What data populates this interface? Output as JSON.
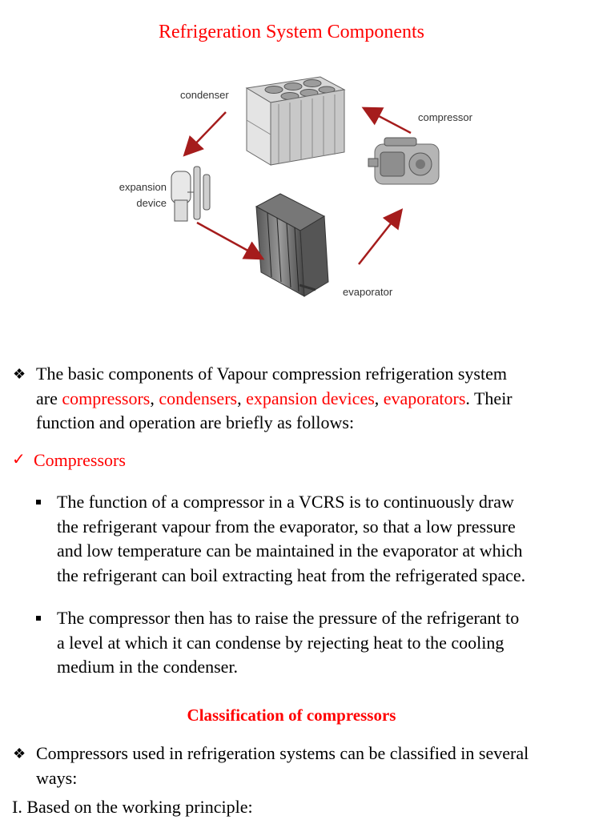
{
  "title": "Refrigeration System Components",
  "diagram": {
    "labels": {
      "condenser": "condenser",
      "compressor": "compressor",
      "expansion_line1": "expansion",
      "expansion_line2": "device",
      "evaporator": "evaporator"
    },
    "arrow_color": "#a51c1c"
  },
  "intro": {
    "line1": "The basic components of Vapour compression refrigeration system",
    "line2_prefix": "are ",
    "components": [
      "compressors",
      "condensers",
      "expansion devices",
      "evaporators"
    ],
    "sep": ", ",
    "line2_suffix": ". Their",
    "line3": "function and operation are briefly as follows:"
  },
  "section": {
    "label": "Compressors"
  },
  "bullets": [
    {
      "lines": [
        "The function of a compressor in a VCRS is to continuously draw",
        "the refrigerant vapour from the evaporator, so that a low pressure",
        "and low temperature can be maintained in the evaporator at which",
        "the refrigerant can boil extracting heat from the refrigerated space."
      ]
    },
    {
      "lines": [
        "The compressor then has to raise the pressure of the refrigerant to",
        "a level at which it can condense by rejecting heat to the cooling",
        "medium in the condenser."
      ]
    }
  ],
  "classification": {
    "heading": "Classification of compressors",
    "line1": "Compressors used in refrigeration systems can be classified in several",
    "line2": "ways:",
    "sub": "I. Based on the working principle:"
  },
  "colors": {
    "accent": "#ff0000"
  }
}
